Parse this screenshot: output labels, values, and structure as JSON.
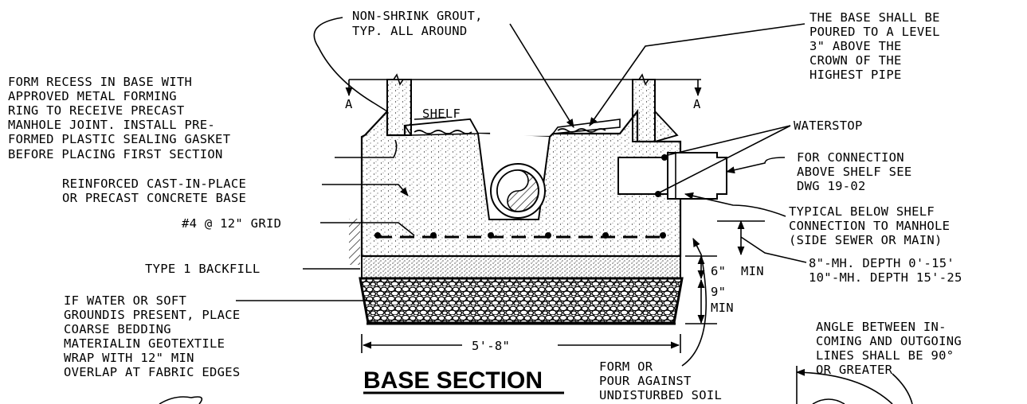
{
  "title": "BASE SECTION",
  "labels": {
    "grout": [
      "NON-SHRINK GROUT,",
      "TYP. ALL AROUND"
    ],
    "base_level": [
      "THE BASE SHALL BE",
      "POURED TO A LEVEL",
      "3\" ABOVE THE",
      "CROWN OF THE",
      "HIGHEST PIPE"
    ],
    "form_recess": [
      "FORM RECESS IN BASE WITH",
      "APPROVED METAL FORMING",
      "RING TO RECEIVE PRECAST",
      "MANHOLE JOINT. INSTALL PRE-",
      "FORMED PLASTIC SEALING GASKET",
      "BEFORE PLACING FIRST SECTION"
    ],
    "shelf": "SHELF",
    "section_a": "A",
    "waterstop": "WATERSTOP",
    "connection_above": [
      "FOR CONNECTION",
      "ABOVE SHELF SEE",
      "DWG 19-02"
    ],
    "concrete_base": [
      "REINFORCED CAST-IN-PLACE",
      "OR PRECAST CONCRETE BASE"
    ],
    "rebar": "#4 @ 12\" GRID",
    "typical_connection": [
      "TYPICAL BELOW SHELF",
      "CONNECTION TO MANHOLE",
      "(SIDE SEWER OR MAIN)"
    ],
    "depth": [
      "8\"-MH. DEPTH 0'-15'",
      "10\"-MH. DEPTH 15'-25"
    ],
    "backfill": "TYPE 1 BACKFILL",
    "dim_6": "6\"",
    "dim_min_a": "MIN",
    "dim_9": "9\"",
    "dim_min_b": "MIN",
    "water_soft": [
      "IF WATER OR SOFT",
      "GROUNDIS PRESENT, PLACE",
      "COARSE BEDDING",
      "MATERIALIN GEOTEXTILE",
      "WRAP WITH 12\" MIN",
      "OVERLAP AT FABRIC EDGES"
    ],
    "width_dim": "5'-8\"",
    "form_pour": [
      "FORM OR",
      "POUR AGAINST",
      "UNDISTURBED SOIL"
    ],
    "angle": [
      "ANGLE BETWEEN IN-",
      "COMING AND OUTGOING",
      "LINES SHALL BE 90°",
      "OR GREATER"
    ]
  }
}
